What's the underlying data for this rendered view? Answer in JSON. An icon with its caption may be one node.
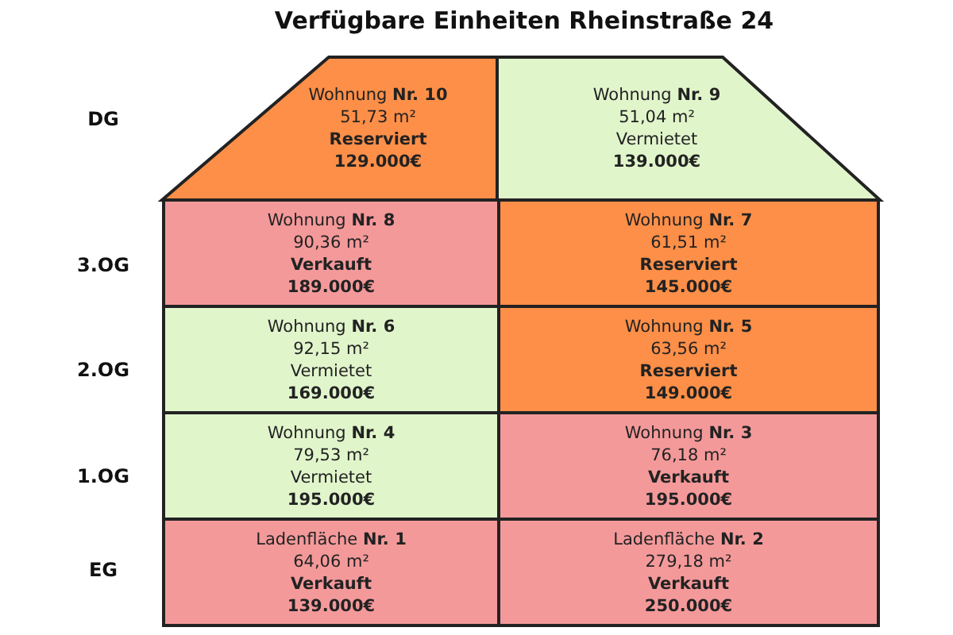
{
  "diagram": {
    "title": "Verfügbare Einheiten Rheinstraße 24",
    "nodes": [
      {
        "text": [
          "Wohnung **Nr. 10**",
          "51,73 m²",
          "Reserviert",
          "129.000€"
        ]
      },
      {
        "text": [
          "Wohnung **Nr. 9**",
          "51,04 m²",
          "Vermietet",
          "139.000€"
        ]
      },
      {
        "text": [
          "Wohnung **Nr. 8**",
          "90,36 m²",
          "Verkauft",
          "189.000€"
        ]
      },
      {
        "text": [
          "Wohnung **Nr. 7**",
          "61,51 m²",
          "Reserviert",
          "145.000€"
        ]
      },
      {
        "text": [
          "Wohnung **Nr. 6**",
          "92,15 m²",
          "Vermietet",
          "169.000€"
        ]
      },
      {
        "text": [
          "Wohnung **Nr. 5**",
          "63,56 m²",
          "Reserviert",
          "149.000€"
        ]
      },
      {
        "text": [
          "Wohnung **Nr. 4**",
          "79,53 m²",
          "Vermietet",
          "195.000€"
        ]
      },
      {
        "text": [
          "Wohnung **Nr. 3**",
          "76,18 m²",
          "Verkauft",
          "195.000€"
        ]
      },
      {
        "text": [
          "Ladenfläche **Nr. 1**",
          "64,06 m²",
          "Verkauft",
          "139.000€"
        ]
      },
      {
        "text": [
          "Ladenfläche **Nr. 2**",
          "279,18 m²",
          "Verkauft",
          "250.000€"
        ]
      }
    ],
    "labels": [
      "DG",
      "3.OG",
      "2.OG",
      "1.OG",
      "EG"
    ]
  }
}
